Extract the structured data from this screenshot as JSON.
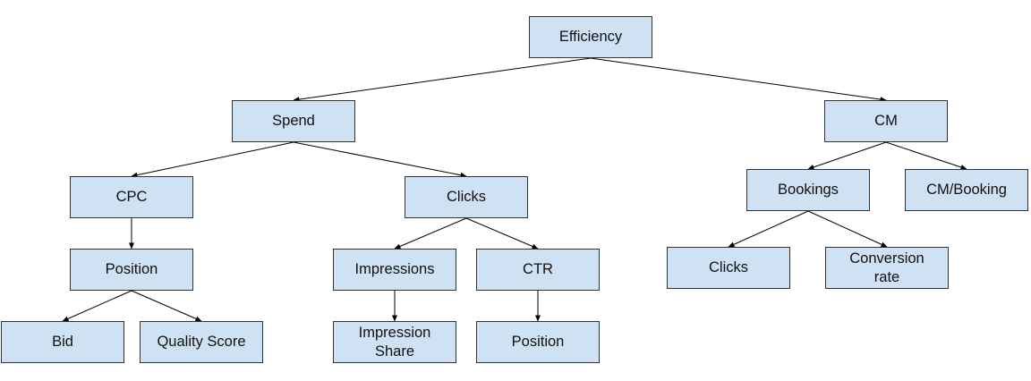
{
  "diagram": {
    "title": "",
    "node_fill": "#cfe2f3",
    "node_border": "#333333",
    "edge_color": "#000000",
    "nodes": [
      {
        "id": "efficiency",
        "label": "Efficiency"
      },
      {
        "id": "spend",
        "label": "Spend"
      },
      {
        "id": "cm",
        "label": "CM"
      },
      {
        "id": "cpc",
        "label": "CPC"
      },
      {
        "id": "clicks-spend",
        "label": "Clicks"
      },
      {
        "id": "bookings",
        "label": "Bookings"
      },
      {
        "id": "cm-booking",
        "label": "CM/Booking"
      },
      {
        "id": "position-cpc",
        "label": "Position"
      },
      {
        "id": "impressions",
        "label": "Impressions"
      },
      {
        "id": "ctr",
        "label": "CTR"
      },
      {
        "id": "clicks-bookings",
        "label": "Clicks"
      },
      {
        "id": "conversion-rate",
        "label": "Conversion rate"
      },
      {
        "id": "bid",
        "label": "Bid"
      },
      {
        "id": "quality-score",
        "label": "Quality Score"
      },
      {
        "id": "impression-share",
        "label": "Impression Share"
      },
      {
        "id": "position-ctr",
        "label": "Position"
      }
    ],
    "edges": [
      {
        "from": "efficiency",
        "to": "spend"
      },
      {
        "from": "efficiency",
        "to": "cm"
      },
      {
        "from": "spend",
        "to": "cpc"
      },
      {
        "from": "spend",
        "to": "clicks-spend"
      },
      {
        "from": "cm",
        "to": "bookings"
      },
      {
        "from": "cm",
        "to": "cm-booking"
      },
      {
        "from": "cpc",
        "to": "position-cpc"
      },
      {
        "from": "clicks-spend",
        "to": "impressions"
      },
      {
        "from": "clicks-spend",
        "to": "ctr"
      },
      {
        "from": "bookings",
        "to": "clicks-bookings"
      },
      {
        "from": "bookings",
        "to": "conversion-rate"
      },
      {
        "from": "position-cpc",
        "to": "bid"
      },
      {
        "from": "position-cpc",
        "to": "quality-score"
      },
      {
        "from": "impressions",
        "to": "impression-share"
      },
      {
        "from": "ctr",
        "to": "position-ctr"
      }
    ]
  }
}
